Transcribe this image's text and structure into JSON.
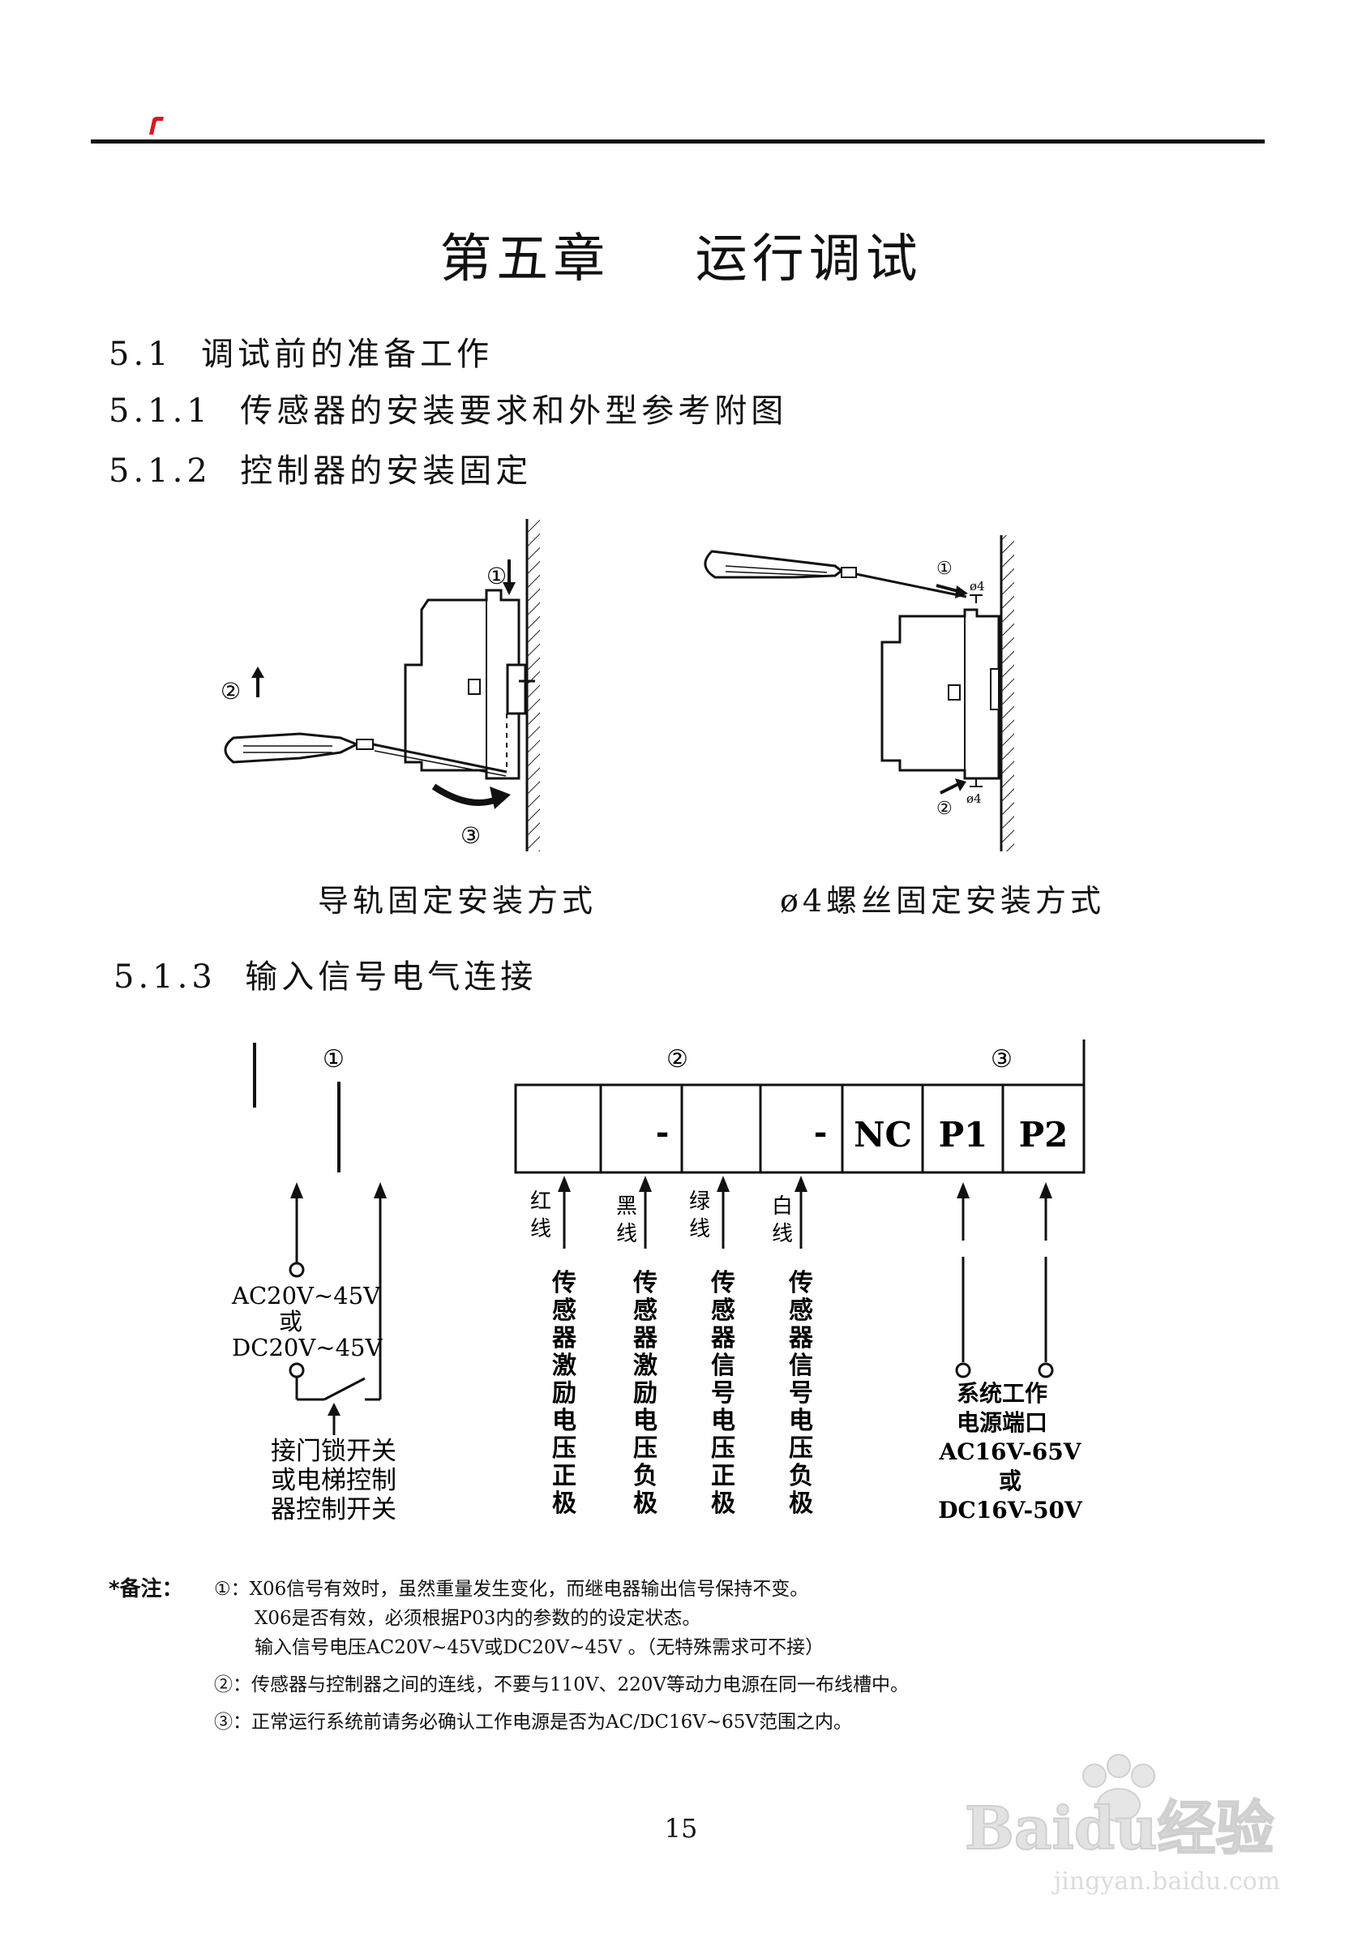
{
  "header": {
    "brand_color": "#d7191c"
  },
  "chapter_title": "第五章    运行调试",
  "sections": {
    "s51": "5.1  调试前的准备工作",
    "s511": "5.1.1  传感器的安装要求和外型参考附图",
    "s512": "5.1.2  控制器的安装固定",
    "s513": "5.1.3  输入信号电气连接"
  },
  "figure_install": {
    "left_steps": [
      "①",
      "②",
      "③"
    ],
    "right_steps": [
      "①",
      "②"
    ],
    "screw_size": "ø4",
    "left_caption": "导轨固定安装方式",
    "right_caption": "ø4螺丝固定安装方式"
  },
  "figure_wiring": {
    "group_marks": [
      "①",
      "②",
      "③"
    ],
    "terminals": [
      "",
      "-",
      "",
      "-",
      "NC",
      "P1",
      "P2"
    ],
    "wire_colors": [
      "红\n线",
      "黑\n线",
      "绿\n线",
      "白\n线"
    ],
    "wire_functions": [
      "传感器激励电压正极",
      "传感器激励电压负极",
      "传感器信号电压正极",
      "传感器信号电压负极"
    ],
    "input_voltage": [
      "AC20V~45V",
      "或",
      "DC20V~45V"
    ],
    "switch_note": [
      "接门锁开关",
      "或电梯控制",
      "器控制开关"
    ],
    "power_port": [
      "系统工作",
      "电源端口",
      "AC16V-65V",
      "或",
      "DC16V-50V"
    ]
  },
  "notes": {
    "label": "*备注：",
    "lines": [
      "①：X06信号有效时，虽然重量发生变化，而继电器输出信号保持不变。",
      "X06是否有效，必须根据P03内的参数的的设定状态。",
      "输入信号电压AC20V~45V或DC20V~45V 。（无特殊需求可不接）",
      "②：传感器与控制器之间的连线，不要与110V、220V等动力电源在同一布线槽中。",
      "③：正常运行系统前请务必确认工作电源是否为AC/DC16V~65V范围之内。"
    ]
  },
  "page_number": "15",
  "watermark": {
    "logo": "Baidu经验",
    "url": "jingyan.baidu.com"
  }
}
